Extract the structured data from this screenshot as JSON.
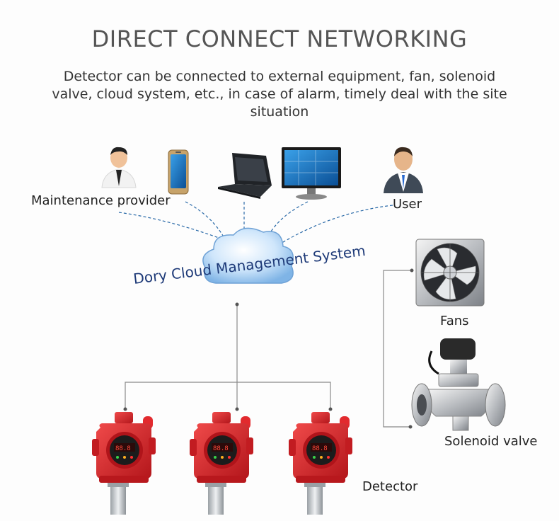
{
  "header": {
    "title": "DIRECT CONNECT NETWORKING",
    "description": "Detector can be connected to external equipment, fan, solenoid valve, cloud system, etc., in case of alarm, timely deal with the site situation"
  },
  "nodes": {
    "maintenance_provider": "Maintenance provider",
    "user": "User",
    "cloud": "Dory Cloud Management System",
    "fans": "Fans",
    "solenoid_valve": "Solenoid valve",
    "detector": "Detector"
  },
  "icons": [
    "maintenance-person-icon",
    "smartphone-icon",
    "laptop-icon",
    "monitor-icon",
    "user-person-icon",
    "cloud-icon",
    "fan-icon",
    "solenoid-valve-icon",
    "gas-detector-icon"
  ],
  "colors": {
    "title": "#555555",
    "dashed_link": "#2a6aa8",
    "cloud": "#9cc8ee",
    "detector_red": "#d8262b",
    "wire": "#8a8a8a"
  }
}
